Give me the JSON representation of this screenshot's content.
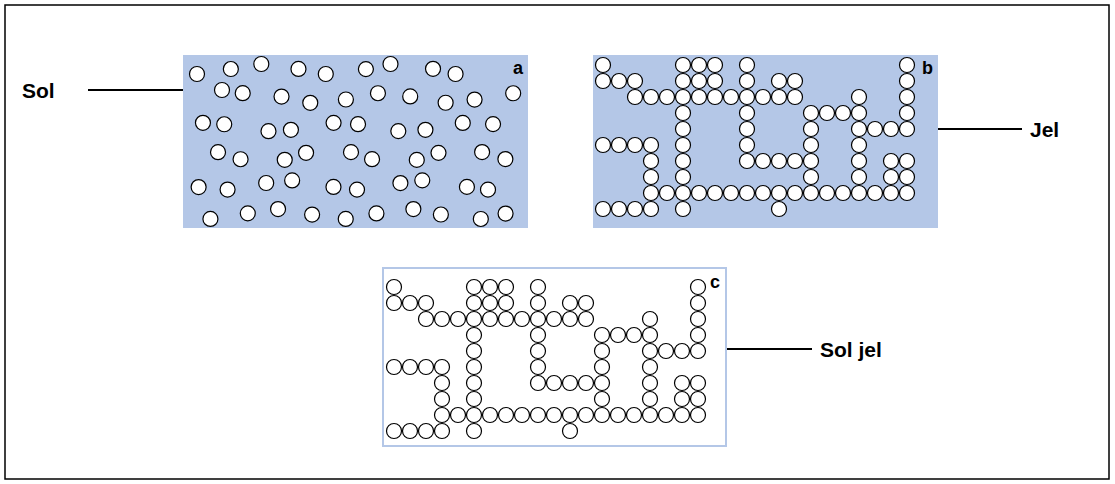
{
  "diagram": {
    "nodes": [
      {
        "text": [
          "a"
        ]
      },
      {
        "text": [
          "b"
        ]
      },
      {
        "text": [
          "c"
        ]
      }
    ],
    "labels": [
      "Sol",
      "Jel",
      "Sol jel"
    ]
  }
}
